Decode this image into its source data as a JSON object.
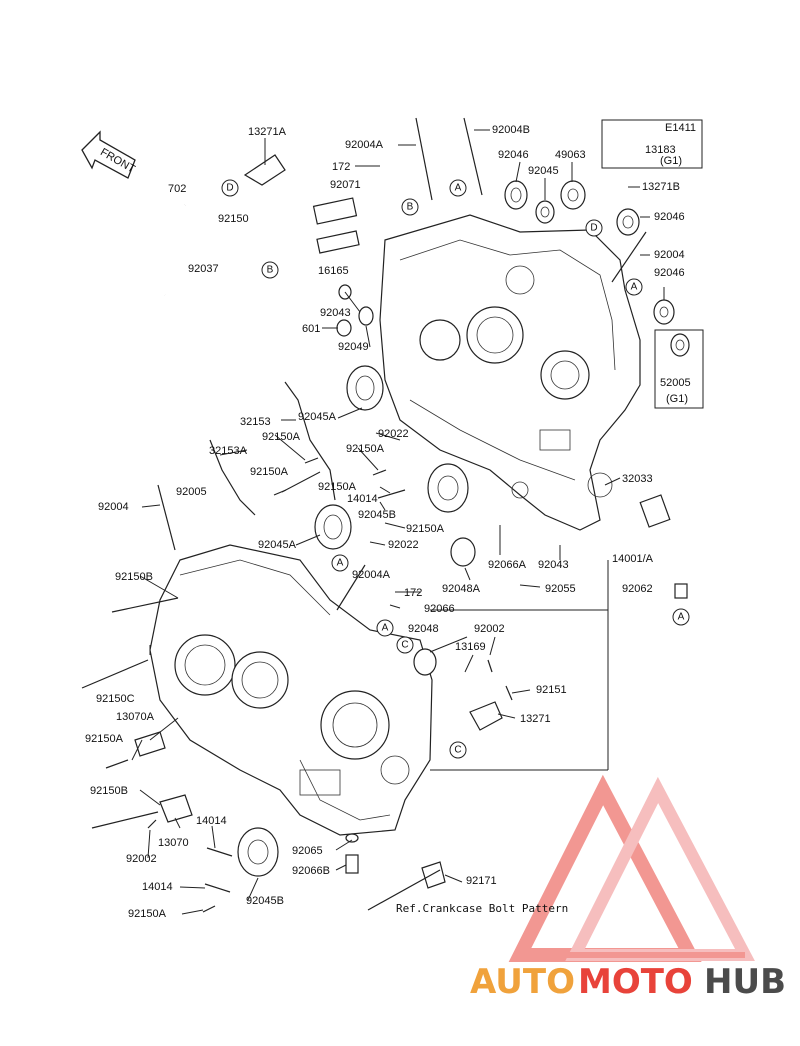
{
  "diagram_code": "E1411",
  "front_label": "FRONT",
  "reference_note": "Ref.Crankcase Bolt Pattern",
  "watermark": {
    "auto": "AUTO",
    "moto": "MOTO",
    "hub": "HUB"
  },
  "parts": [
    "13271A",
    "702",
    "92150",
    "92037",
    "92004A",
    "92004B",
    "172",
    "92071",
    "16165",
    "92046",
    "49063",
    "92045",
    "13183",
    "(G1)",
    "13271B",
    "92004",
    "92043",
    "601",
    "92049",
    "52005",
    "92045A",
    "32153",
    "92150A",
    "32153A",
    "92022",
    "92005",
    "14014",
    "92045B",
    "32033",
    "92066A",
    "92048A",
    "92055",
    "14001/A",
    "92062",
    "92150B",
    "92066",
    "92048",
    "92002",
    "13169",
    "92150C",
    "13070A",
    "92151",
    "13271",
    "13070",
    "92065",
    "92066B",
    "92171"
  ],
  "callouts": [
    "A",
    "B",
    "C",
    "D"
  ]
}
